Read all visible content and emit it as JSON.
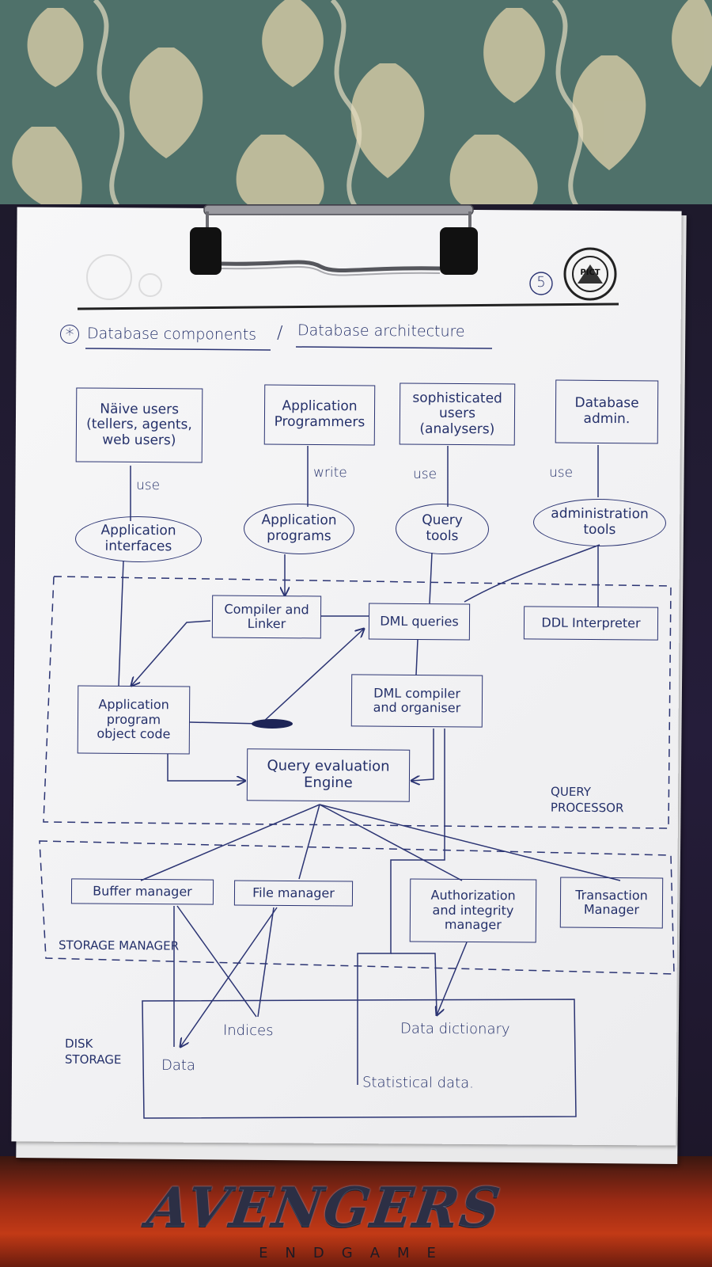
{
  "page": {
    "number": "5",
    "logo_text": "PICT"
  },
  "heading": {
    "bullet": "*",
    "title_part1": "Database components",
    "separator": "/",
    "title_part2": "Database architecture"
  },
  "users": {
    "naive": [
      "Näive users",
      "(tellers, agents,",
      "web users)"
    ],
    "programmers": [
      "Application",
      "Programmers"
    ],
    "sophisticated": [
      "sophisticated",
      "users",
      "(analysers)"
    ],
    "admin": [
      "Database",
      "admin."
    ]
  },
  "edges": {
    "naive": "use",
    "programmers": "write",
    "sophisticated": "use",
    "admin": "use"
  },
  "tools": {
    "app_interfaces": [
      "Application",
      "interfaces"
    ],
    "app_programs": [
      "Application",
      "programs"
    ],
    "query_tools": [
      "Query",
      "tools"
    ],
    "admin_tools": [
      "administration",
      "tools"
    ]
  },
  "query_processor": {
    "compiler_linker": [
      "Compiler and",
      "Linker"
    ],
    "dml_queries": "DML queries",
    "ddl_interpreter": "DDL Interpreter",
    "app_object_code": [
      "Application",
      "program",
      "object code"
    ],
    "dml_compiler": [
      "DML compiler",
      "and organiser"
    ],
    "query_engine": [
      "Query evaluation",
      "Engine"
    ],
    "label": [
      "QUERY",
      "PROCESSOR"
    ]
  },
  "storage_manager": {
    "buffer_manager": "Buffer manager",
    "file_manager": "File manager",
    "authorization": [
      "Authorization",
      "and integrity",
      "manager"
    ],
    "transaction": [
      "Transaction",
      "Manager"
    ],
    "label": "STORAGE MANAGER"
  },
  "disk_storage": {
    "label": [
      "DISK",
      "STORAGE"
    ],
    "indices": "Indices",
    "data": "Data",
    "data_dictionary": "Data dictionary",
    "statistical_data": "Statistical data."
  },
  "poster": {
    "title": "AVENGERS",
    "subtitle": "ENDGAME"
  }
}
